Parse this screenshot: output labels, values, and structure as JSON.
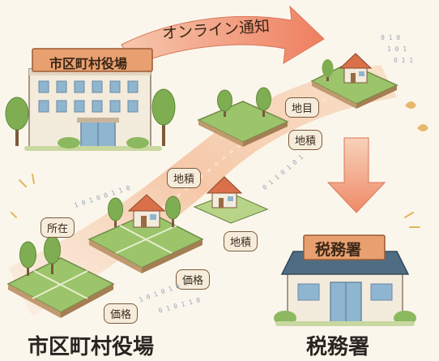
{
  "municipal_office": {
    "sign": "市区町村役場",
    "caption": "市区町村役場"
  },
  "tax_office": {
    "sign": "税務署",
    "caption": "税務署"
  },
  "notification_label": "オンライン通知",
  "data_tags": [
    {
      "text": "地目"
    },
    {
      "text": "地積"
    },
    {
      "text": "地積"
    },
    {
      "text": "所在"
    },
    {
      "text": "地積"
    },
    {
      "text": "価格"
    },
    {
      "text": "価格"
    }
  ],
  "binary_streams": [
    {
      "text": "0 1 0"
    },
    {
      "text": "1 0 1"
    },
    {
      "text": "0 1 1"
    },
    {
      "text": "1 0 1 0 0 1 1 0"
    },
    {
      "text": "0 1 1 0 1 0 1"
    },
    {
      "text": "1 0 1 0 1 0 1"
    },
    {
      "text": "0 1 0 1 1 0"
    }
  ],
  "colors": {
    "background": "#fbf6ec",
    "arrow": "#f08c6c",
    "ribbon": "#f6c8a4",
    "grass": "#9cc46a",
    "building": "#f3ebdc",
    "sign_board": "#e8a070",
    "roof": "#4f6d82"
  }
}
